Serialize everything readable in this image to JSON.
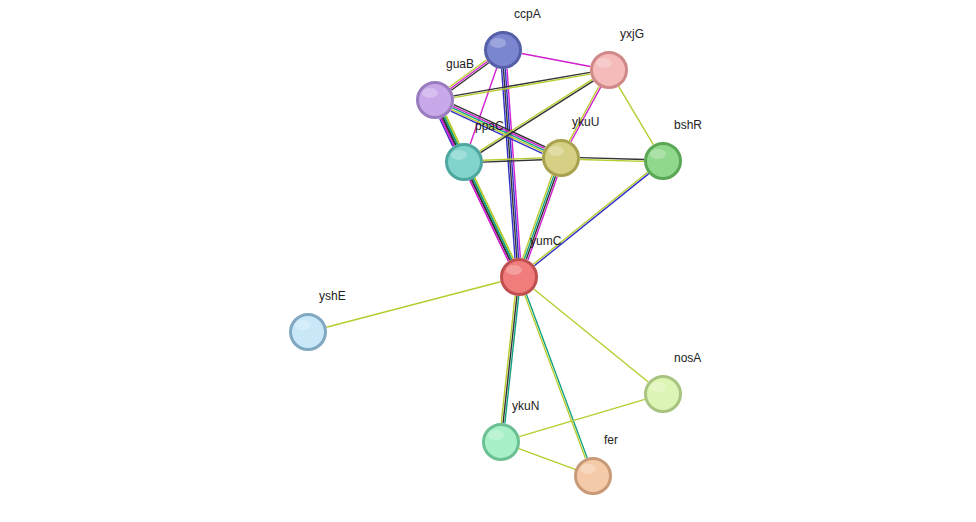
{
  "diagram": {
    "nodes": [
      {
        "text": [
          "ccpA"
        ]
      },
      {
        "text": [
          "yxjG"
        ]
      },
      {
        "text": [
          "guaB"
        ]
      },
      {
        "text": [
          "ppaC"
        ]
      },
      {
        "text": [
          "ykuU"
        ]
      },
      {
        "text": [
          "bshR"
        ]
      },
      {
        "text": [
          "yumC"
        ]
      },
      {
        "text": [
          "yshE"
        ]
      },
      {
        "text": [
          "nosA"
        ]
      },
      {
        "text": [
          "ykuN"
        ]
      },
      {
        "text": [
          "fer"
        ]
      }
    ],
    "edges": [
      {
        "from": 0,
        "to": 1,
        "arrow": "none"
      },
      {
        "from": 0,
        "to": 2,
        "arrow": "none"
      },
      {
        "from": 0,
        "to": 6,
        "arrow": "none"
      },
      {
        "from": 0,
        "to": 3,
        "arrow": "none"
      },
      {
        "from": 2,
        "to": 1,
        "arrow": "none"
      },
      {
        "from": 2,
        "to": 3,
        "arrow": "none"
      },
      {
        "from": 2,
        "to": 4,
        "arrow": "none"
      },
      {
        "from": 2,
        "to": 6,
        "arrow": "none"
      },
      {
        "from": 1,
        "to": 3,
        "arrow": "none"
      },
      {
        "from": 1,
        "to": 4,
        "arrow": "none"
      },
      {
        "from": 1,
        "to": 5,
        "arrow": "none"
      },
      {
        "from": 3,
        "to": 4,
        "arrow": "none"
      },
      {
        "from": 4,
        "to": 5,
        "arrow": "none"
      },
      {
        "from": 3,
        "to": 6,
        "arrow": "none"
      },
      {
        "from": 4,
        "to": 6,
        "arrow": "none"
      },
      {
        "from": 5,
        "to": 6,
        "arrow": "none"
      },
      {
        "from": 6,
        "to": 7,
        "arrow": "none"
      },
      {
        "from": 6,
        "to": 8,
        "arrow": "none"
      },
      {
        "from": 6,
        "to": 9,
        "arrow": "none"
      },
      {
        "from": 6,
        "to": 10,
        "arrow": "none"
      },
      {
        "from": 9,
        "to": 8,
        "arrow": "none"
      },
      {
        "from": 9,
        "to": 10,
        "arrow": "none"
      }
    ]
  }
}
